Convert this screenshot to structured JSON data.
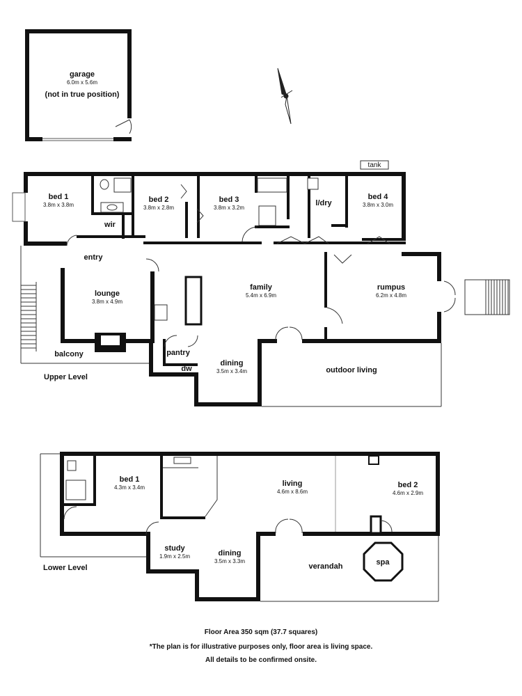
{
  "labels": {
    "garage": {
      "name": "garage",
      "dim": "6.0m x 5.6m",
      "note": "(not in true position)"
    },
    "upper": {
      "bed1": {
        "name": "bed 1",
        "dim": "3.8m x 3.8m"
      },
      "wir": {
        "name": "wir"
      },
      "bed2": {
        "name": "bed 2",
        "dim": "3.8m x 2.8m"
      },
      "bed3": {
        "name": "bed 3",
        "dim": "3.8m x 3.2m"
      },
      "ldry": {
        "name": "l/dry"
      },
      "bed4": {
        "name": "bed 4",
        "dim": "3.8m x 3.0m"
      },
      "tank": {
        "name": "tank"
      },
      "entry": {
        "name": "entry"
      },
      "lounge": {
        "name": "lounge",
        "dim": "3.8m x 4.9m"
      },
      "family": {
        "name": "family",
        "dim": "5.4m x 6.9m"
      },
      "rumpus": {
        "name": "rumpus",
        "dim": "6.2m x 4.8m"
      },
      "balcony": {
        "name": "balcony"
      },
      "pantry": {
        "name": "pantry"
      },
      "dw": {
        "name": "dw"
      },
      "dining": {
        "name": "dining",
        "dim": "3.5m x 3.4m"
      },
      "outdoor": {
        "name": "outdoor living"
      },
      "level": "Upper Level"
    },
    "lower": {
      "bed1": {
        "name": "bed 1",
        "dim": "4.3m x 3.4m"
      },
      "living": {
        "name": "living",
        "dim": "4.6m x 8.6m"
      },
      "bed2": {
        "name": "bed 2",
        "dim": "4.6m x 2.9m"
      },
      "study": {
        "name": "study",
        "dim": "1.9m x 2.5m"
      },
      "dining": {
        "name": "dining",
        "dim": "3.5m x 3.3m"
      },
      "verandah": {
        "name": "verandah"
      },
      "spa": {
        "name": "spa"
      },
      "level": "Lower Level"
    }
  },
  "footer": {
    "area": "Floor Area 350 sqm (37.7 squares)",
    "note1": "*The plan is for illustrative purposes only, floor area is living space.",
    "note2": "All details to be confirmed onsite."
  }
}
